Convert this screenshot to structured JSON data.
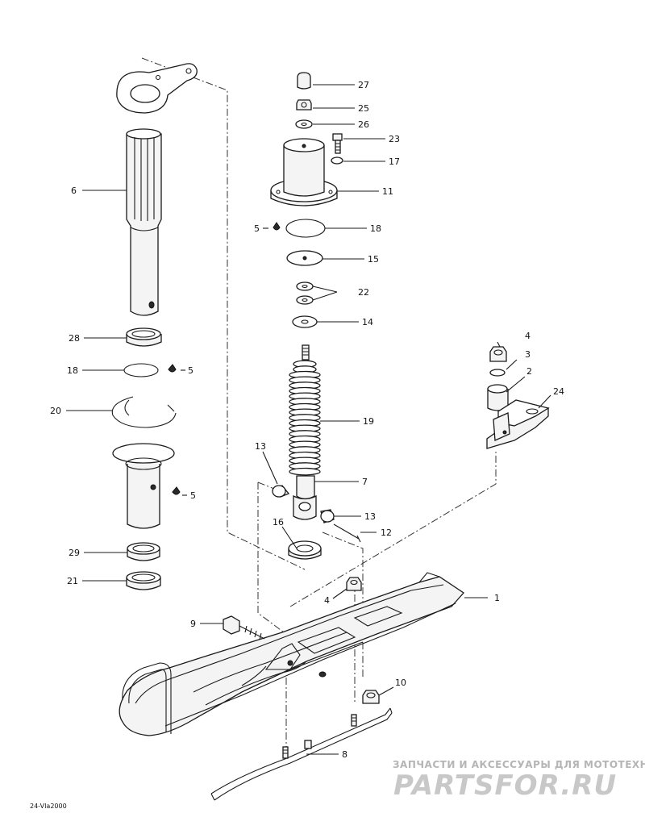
{
  "diagram": {
    "callouts": {
      "p1": "1",
      "p2": "2",
      "p3": "3",
      "p4a": "4",
      "p4b": "4",
      "p5a": "5",
      "p5b": "5",
      "p5c": "5",
      "p6": "6",
      "p7": "7",
      "p8": "8",
      "p9": "9",
      "p10": "10",
      "p11": "11",
      "p12": "12",
      "p13a": "13",
      "p13b": "13",
      "p14": "14",
      "p15": "15",
      "p16": "16",
      "p17": "17",
      "p18a": "18",
      "p18b": "18",
      "p19": "19",
      "p20": "20",
      "p21": "21",
      "p22": "22",
      "p23": "23",
      "p24": "24",
      "p25": "25",
      "p26": "26",
      "p27": "27",
      "p28": "28",
      "p29": "29"
    },
    "drawing_code": "24-VIa2000"
  },
  "watermark": {
    "line1": "ЗАПЧАСТИ И АКСЕССУАРЫ ДЛЯ МОТОТЕХНИКИ",
    "line2": "PARTSFOR.RU",
    "color": "#c8c8c8"
  }
}
